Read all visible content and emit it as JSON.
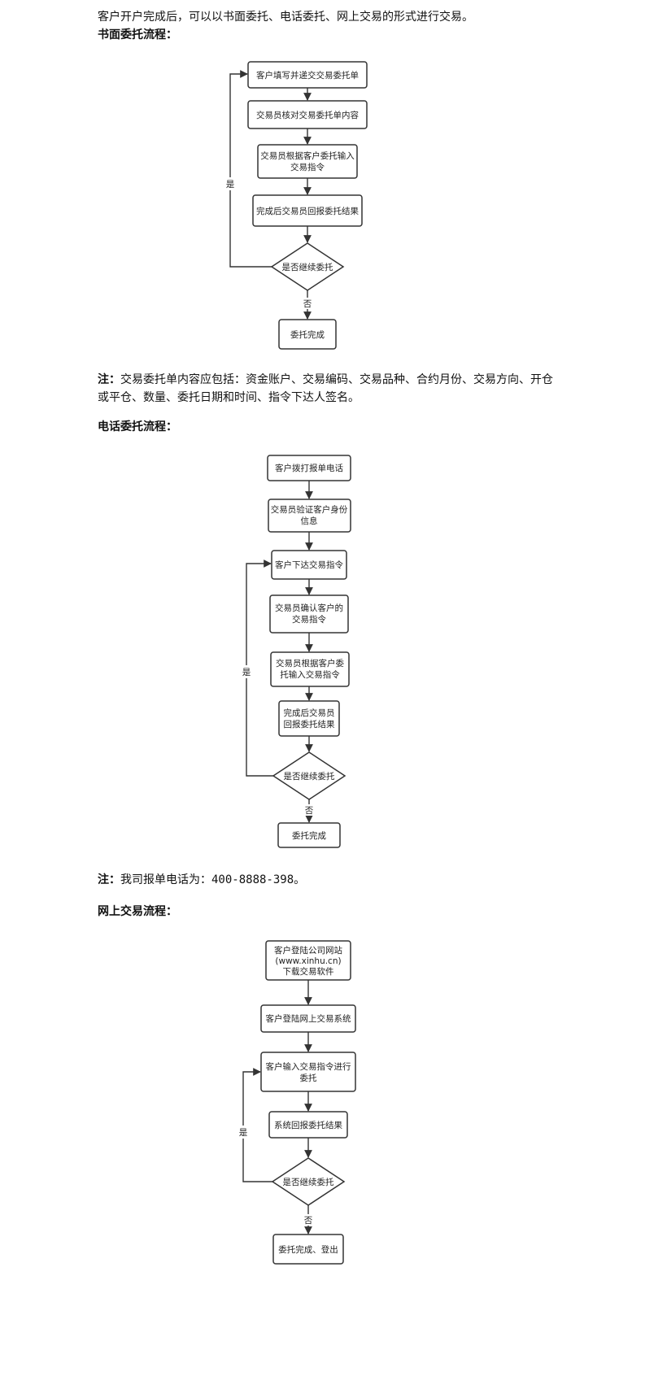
{
  "intro": "客户开户完成后，可以以书面委托、电话委托、网上交易的形式进行交易。",
  "written": {
    "heading": "书面委托流程：",
    "steps": [
      "客户填写并递交交易委托单",
      "交易员核对交易委托单内容",
      "交易员根据客户委托输入",
      "交易指令",
      "完成后交易员回报委托结果"
    ],
    "decision": "是否继续委托",
    "yes_label": "是",
    "no_label": "否",
    "end": "委托完成",
    "note_label": "注：",
    "note_text": "交易委托单内容应包括：资金账户、交易编码、交易品种、合约月份、交易方向、开仓或平仓、数量、委托日期和时间、指令下达人签名。"
  },
  "phone": {
    "heading": "电话委托流程：",
    "steps": [
      "客户拨打报单电话",
      "交易员验证客户身份",
      "信息",
      "客户下达交易指令",
      "交易员确认客户的",
      "交易指令",
      "交易员根据客户委",
      "托输入交易指令",
      "完成后交易员",
      "回报委托结果"
    ],
    "decision": "是否继续委托",
    "yes_label": "是",
    "no_label": "否",
    "end": "委托完成",
    "note_label": "注：",
    "note_text_prefix": "我司报单电话为：",
    "note_phone": "400-8888-398",
    "note_text_suffix": "。"
  },
  "online": {
    "heading": "网上交易流程：",
    "steps": [
      "客户登陆公司网站",
      "(www.xinhu.cn)",
      "下载交易软件",
      "客户登陆网上交易系统",
      "客户输入交易指令进行",
      "委托",
      "系统回报委托结果"
    ],
    "decision": "是否继续委托",
    "yes_label": "是",
    "no_label": "否",
    "end": "委托完成、登出"
  }
}
